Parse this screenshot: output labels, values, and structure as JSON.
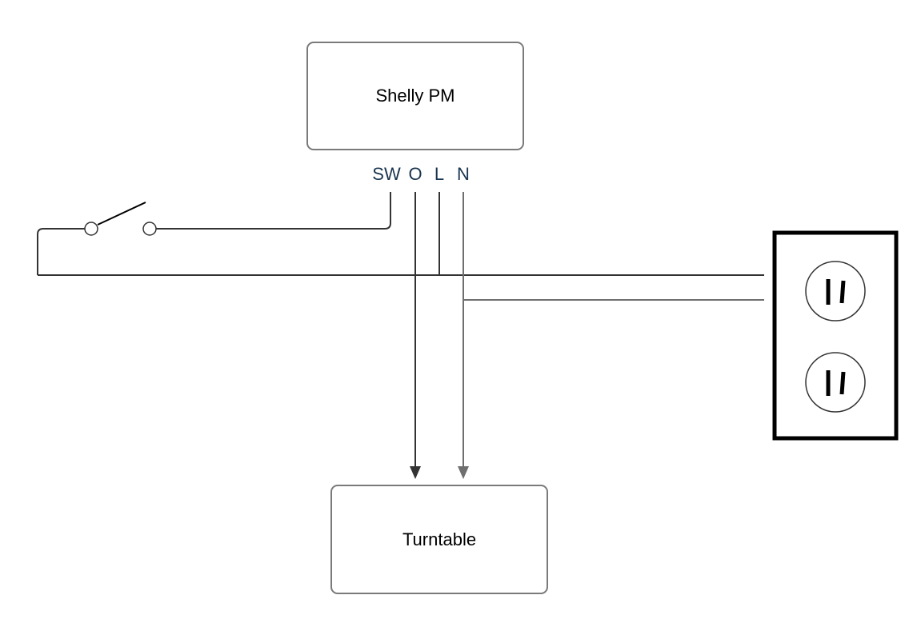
{
  "nodes": {
    "shelly": {
      "label": "Shelly PM"
    },
    "turntable": {
      "label": "Turntable"
    }
  },
  "terminals": {
    "sw": "SW",
    "o": "O",
    "l": "L",
    "n": "N"
  },
  "icons": {
    "switch": "switch-icon",
    "outlet": "outlet-icon"
  },
  "colors": {
    "terminal_text": "#1a3550",
    "wire_dark": "#333333",
    "wire_mid": "#6f6f6f",
    "box_border": "#7a7a7a",
    "outlet_border": "#000000"
  }
}
